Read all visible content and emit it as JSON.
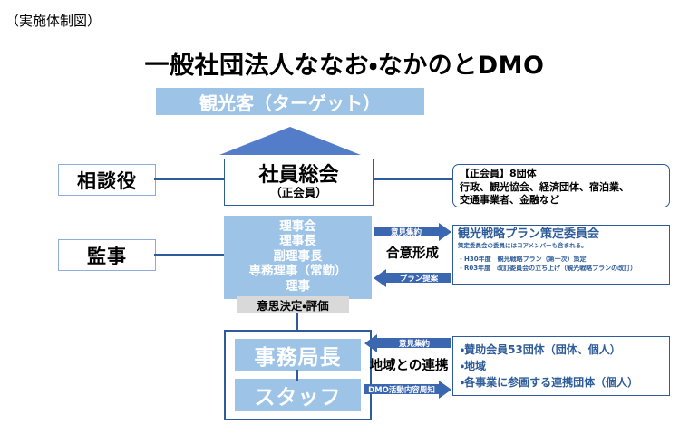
{
  "header": {
    "subtitle": "（実施体制図）",
    "title": "一般社団法人ななお・なかのとDMO"
  },
  "target_banner": {
    "label": "観光客（ターゲット）"
  },
  "left_labels": {
    "advisor": "相談役",
    "auditor": "監事"
  },
  "center": {
    "assembly_title": "社員総会",
    "assembly_sub": "（正会員）",
    "board_roles": [
      "理事会",
      "理事長",
      "副理事長",
      "専務理事（常勤）",
      "理事"
    ],
    "decision_tag": "意思決定・評価",
    "office": [
      "事務局長",
      "スタッフ"
    ]
  },
  "arrows": {
    "consensus": {
      "top_label": "意見集約",
      "caption": "合意形成",
      "bottom_label": "プラン提案"
    },
    "region": {
      "top_label": "意見集約",
      "caption": "地域との連携",
      "bottom_label": "DMO活動内容周知"
    }
  },
  "right_boxes": {
    "members": {
      "lines": [
        "【正会員】8団体",
        "行政、観光協会、経済団体、宿泊業、",
        "交通事業者、金融など"
      ]
    },
    "strategy": {
      "title": "観光戦略プラン策定委員会",
      "note": "策定委員会の委員にはコアメンバーも含まれる。",
      "bullets": [
        "・H30年度　観光戦略プラン（第一次）策定",
        "・R03年度　改訂委員会の立ち上げ（観光戦略プランの改訂）"
      ]
    },
    "partners": {
      "lines": [
        "・賛助会員53団体（団体、個人）",
        "・地域",
        "・各事業に参画する連携団体（個人）"
      ]
    }
  },
  "colors": {
    "light_blue": "#9DC3E6",
    "dark_blue": "#2E5C9A",
    "arrow_blue": "#3B66B0",
    "triangle_blue": "#4472C4",
    "gray_tag": "#D9D9D9"
  }
}
